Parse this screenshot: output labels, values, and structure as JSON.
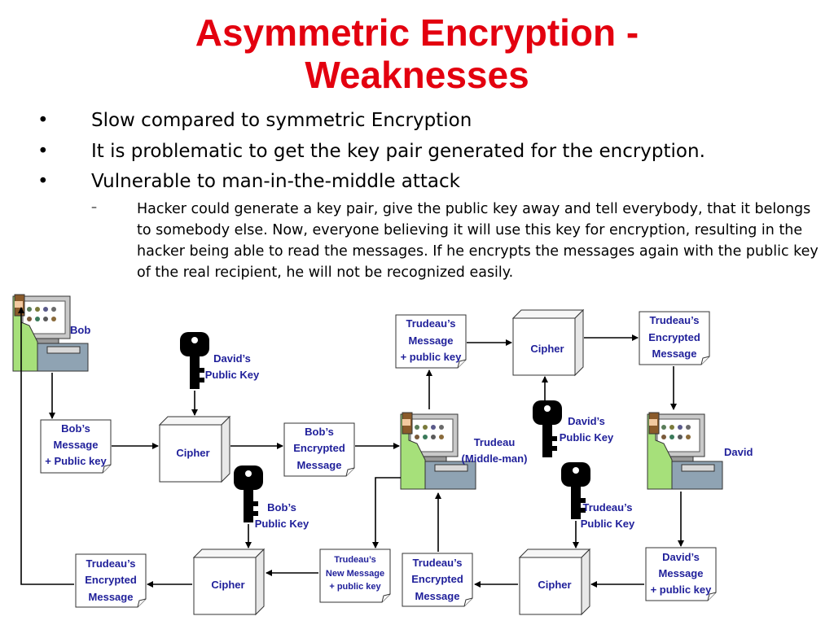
{
  "title": {
    "line1": "Asymmetric Encryption -",
    "line2": "Weaknesses"
  },
  "bullets": [
    {
      "marker": "•",
      "text": "Slow compared to symmetric Encryption"
    },
    {
      "marker": "•",
      "text": "It is problematic to get the key pair generated for the encryption."
    },
    {
      "marker": "•",
      "text": "Vulnerable to man-in-the-middle attack"
    }
  ],
  "sub_bullet": {
    "marker": "–",
    "text": "Hacker could generate a key pair, give the public key away and tell everybody, that it belongs to somebody else. Now, everyone believing it will use this key for encryption, resulting in the hacker being able to read the messages. If he encrypts the messages again with the public key of the real recipient, he will not be recognized easily."
  },
  "diagram": {
    "persons": {
      "bob": "Bob",
      "trudeau": [
        "Trudeau",
        "(Middle-man)"
      ],
      "david": "David"
    },
    "keys": {
      "davids_key_top": [
        "David’s",
        "Public Key"
      ],
      "bobs_key": [
        "Bob’s",
        "Public Key"
      ],
      "davids_key_mid": [
        "David’s",
        "Public Key"
      ],
      "trudeaus_key": [
        "Trudeau’s",
        "Public Key"
      ]
    },
    "cipher_label": "Cipher",
    "docs": {
      "bob_message": [
        "Bob’s",
        "Message",
        "+ Public key"
      ],
      "bob_encrypted": [
        "Bob’s",
        "Encrypted",
        "Message"
      ],
      "trudeau_message": [
        "Trudeau’s",
        "Message",
        "+ public key"
      ],
      "trudeau_encrypted_top": [
        "Trudeau’s",
        "Encrypted",
        "Message"
      ],
      "david_message": [
        "David’s",
        "Message",
        "+ public key"
      ],
      "trudeau_encrypted_mid": [
        "Trudeau’s",
        "Encrypted",
        "Message"
      ],
      "trudeau_new_message": [
        "Trudeau’s",
        "New Message",
        "+ public key"
      ],
      "trudeau_encrypted_left": [
        "Trudeau’s",
        "Encrypted",
        "Message"
      ]
    },
    "colors": {
      "label": "#1f1f9a",
      "title": "#e3000f"
    }
  }
}
